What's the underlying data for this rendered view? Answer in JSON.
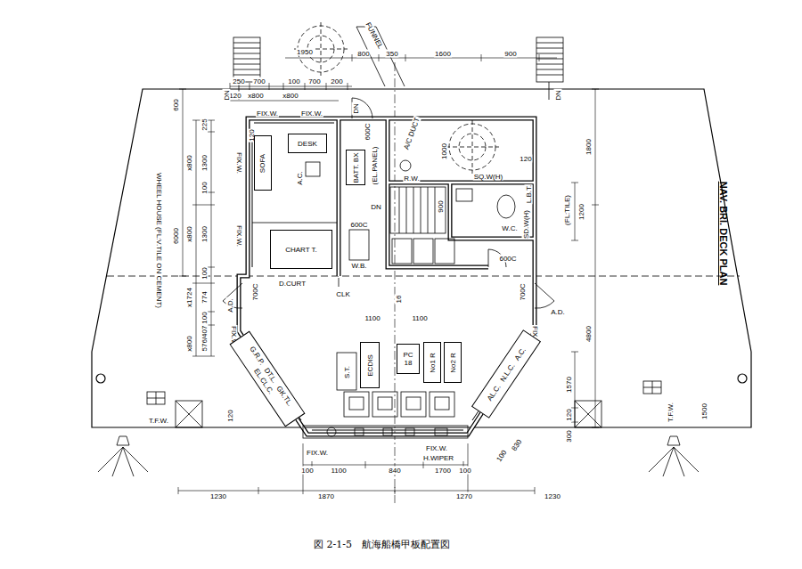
{
  "diagram": {
    "title": "NAV. BRI. DECK PLAN",
    "caption": "図 2-1-5　航海船橋甲板配置図",
    "nodes": [
      {
        "text": [
          "SOFA"
        ]
      },
      {
        "text": [
          "DESK"
        ]
      },
      {
        "text": [
          "CHART T."
        ]
      },
      {
        "text": [
          "BATT. BX"
        ]
      },
      {
        "text": [
          "ECDIS"
        ]
      },
      {
        "text": [
          "PC",
          "18"
        ]
      },
      {
        "text": [
          "No1 R"
        ]
      },
      {
        "text": [
          "No2 R"
        ]
      },
      {
        "text": [
          "G.R.P.",
          "DT.L.",
          "GK.TL.",
          "EL.CL.C."
        ]
      },
      {
        "text": [
          "AL.C.",
          "N.L.C.",
          "A.C."
        ]
      }
    ],
    "labels": [
      "250",
      "700",
      "100",
      "700",
      "200",
      "120",
      "x800",
      "x800",
      "1950",
      "800",
      "350",
      "1600",
      "900",
      "FUNNEL",
      "DN",
      "DN",
      "600",
      "225",
      "1300",
      "x800",
      "100",
      "1300",
      "x800",
      "6000",
      "100",
      "774",
      "x1724",
      "100",
      "576/407",
      "x800",
      "WHEEL HOUSE (FL:V.TILE ON CEMENT)",
      "FIX.W.",
      "FIX.W.",
      "FIX.W.",
      "FIX.W.",
      "FIX.W.",
      "FIX.W.",
      "FIX.W.",
      "FIX.W.",
      "H.WIPER",
      "DN",
      "600C",
      "(EL.PANEL)",
      "A/C DUCT",
      "R.W.",
      "DN",
      "900",
      "1000",
      "SQ.W(H)",
      "W.C.",
      "L.B.T.",
      "SD.W(H)",
      "120",
      "1200",
      "(FL:TILE)",
      "1800",
      "4800",
      "600C",
      "700C",
      "700C",
      "A.D.",
      "A.D.",
      "600C",
      "W.B.",
      "CLK",
      "D.CURT",
      "A.C.",
      "16",
      "1100",
      "1100",
      "S.T.",
      "1570",
      "120",
      "1500",
      "120",
      "300",
      "830",
      "100",
      "100",
      "1100",
      "840",
      "1700",
      "100",
      "1230",
      "1870",
      "1270",
      "1230",
      "T.F.W.",
      "T.F.W.",
      "120"
    ]
  }
}
